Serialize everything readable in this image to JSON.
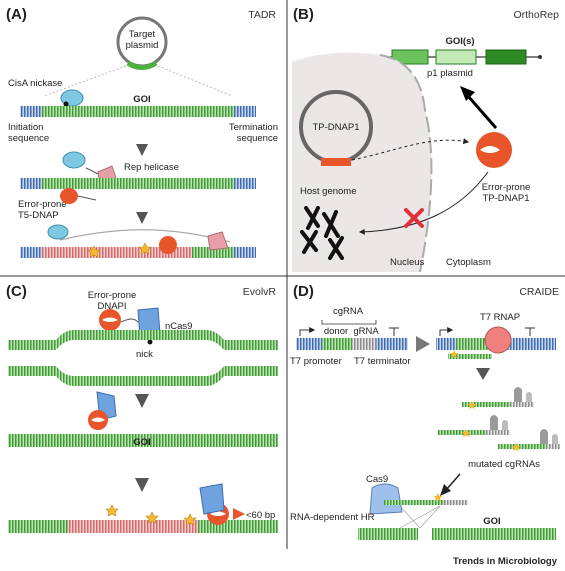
{
  "panels": {
    "a": {
      "letter": "(A)",
      "title": "TADR",
      "target_plasmid": [
        "Target",
        "plasmid"
      ],
      "nickase": "CisA nickase",
      "goi": "GOI",
      "initiation": [
        "Initiation",
        "sequence"
      ],
      "termination": [
        "Termination",
        "sequence"
      ],
      "helicase": "Rep helicase",
      "dnap": [
        "Error-prone",
        "T5-DNAP"
      ]
    },
    "b": {
      "letter": "(B)",
      "title": "OrthoRep",
      "goi": "GOI(s)",
      "plasmid": "p1 plasmid",
      "tp_in": "TP-DNAP1",
      "host": "Host genome",
      "errorprone": [
        "Error-prone",
        "TP-DNAP1"
      ],
      "nucleus": "Nucleus",
      "cytoplasm": "Cytoplasm"
    },
    "c": {
      "letter": "(C)",
      "title": "EvolvR",
      "dnapi": [
        "Error-prone",
        "DNAPI"
      ],
      "ncas9": "nCas9",
      "nick": "nick",
      "goi": "GOI",
      "bp": "<60 bp"
    },
    "d": {
      "letter": "(D)",
      "title": "CRAIDE",
      "cgrna": "cgRNA",
      "donor": "donor",
      "grna": "gRNA",
      "t7promoter": "T7 promoter",
      "t7terminator": "T7 terminator",
      "t7rnap": "T7 RNAP",
      "mutated": "mutated cgRNAs",
      "cas9": "Cas9",
      "hr": "RNA-dependent HR",
      "goi": "GOI"
    }
  },
  "footer": "Trends in Microbiology",
  "colors": {
    "dna_green": "#4caf3e",
    "dna_blue": "#4a78b8",
    "mutated_red": "#e07a7a",
    "polymerase": "#e8552a",
    "helicase": "#e8a0a8",
    "nickase": "#7ec8e3",
    "cas9": "#6ea3e0",
    "star": "#f5b830",
    "cross": "#e0303a",
    "cell_bg": "#ebe7e6"
  }
}
